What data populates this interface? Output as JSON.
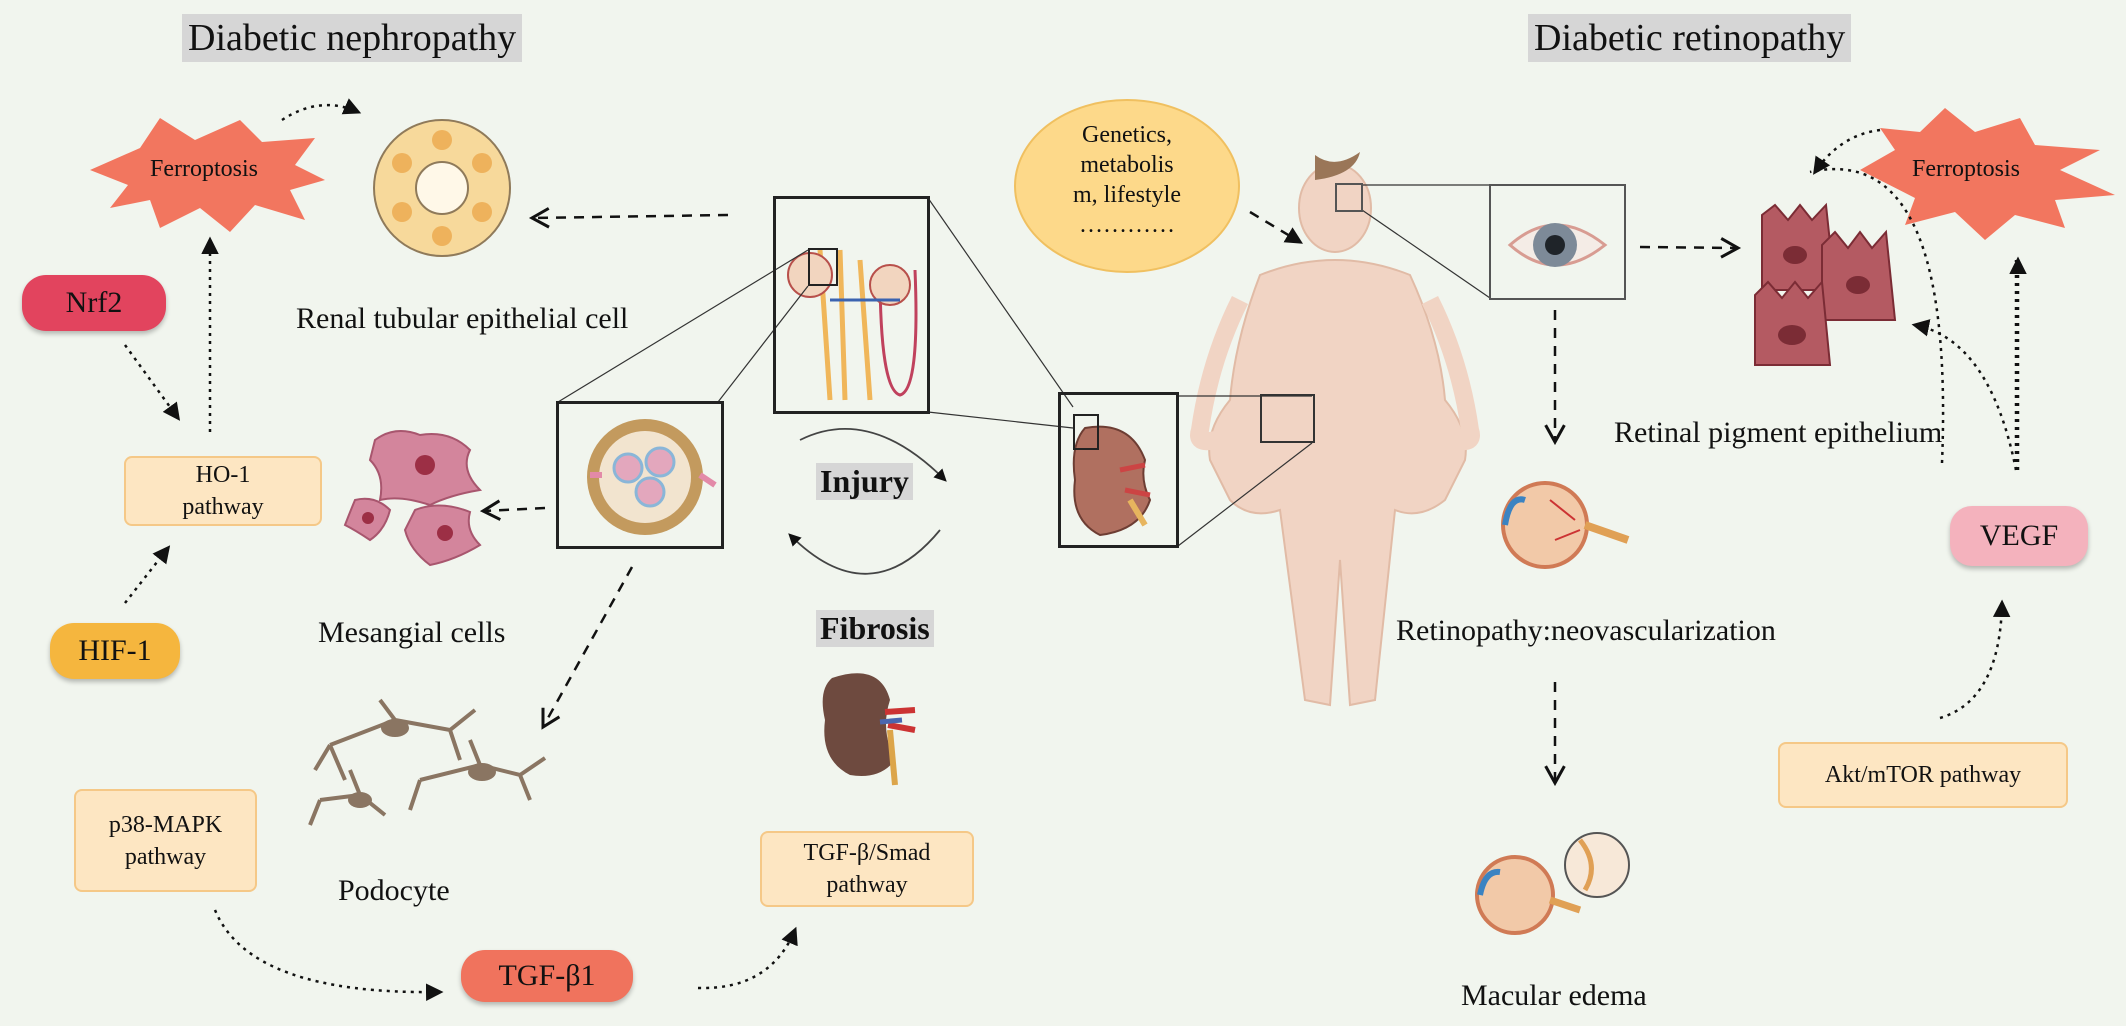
{
  "headers": {
    "nephropathy": "Diabetic nephropathy",
    "retinopathy": "Diabetic retinopathy"
  },
  "left": {
    "ferroptosis": "Ferroptosis",
    "nrf2": "Nrf2",
    "ho1_line1": "HO-1",
    "ho1_line2": "pathway",
    "hif1": "HIF-1",
    "p38_line1": "p38-MAPK",
    "p38_line2": "pathway",
    "tgfb1": "TGF-β1",
    "renal_tubular": "Renal tubular epithelial cell",
    "mesangial": "Mesangial cells",
    "podocyte": "Podocyte"
  },
  "center": {
    "injury": "Injury",
    "fibrosis": "Fibrosis",
    "tgf_smad_line1": "TGF-β/Smad",
    "tgf_smad_line2": "pathway"
  },
  "risk": {
    "line1": "Genetics,",
    "line2": "metabolis",
    "line3": "m, lifestyle",
    "line4": "…………"
  },
  "right": {
    "ferroptosis": "Ferroptosis",
    "rpe": "Retinal pigment epithelium",
    "neovasc": "Retinopathy:neovascularization",
    "macular": "Macular edema",
    "vegf": "VEGF",
    "akt": "Akt/mTOR pathway"
  },
  "colors": {
    "background": "#f1f5ee",
    "box_fill": "#fde6c2",
    "box_border": "#f5c887",
    "nrf2": "#e2445e",
    "hif1": "#f5b63e",
    "tgfb1": "#f0735d",
    "vegf": "#f4b2bd",
    "ferroptosis": "#f2765f",
    "risk_bubble": "#fdd98a"
  }
}
